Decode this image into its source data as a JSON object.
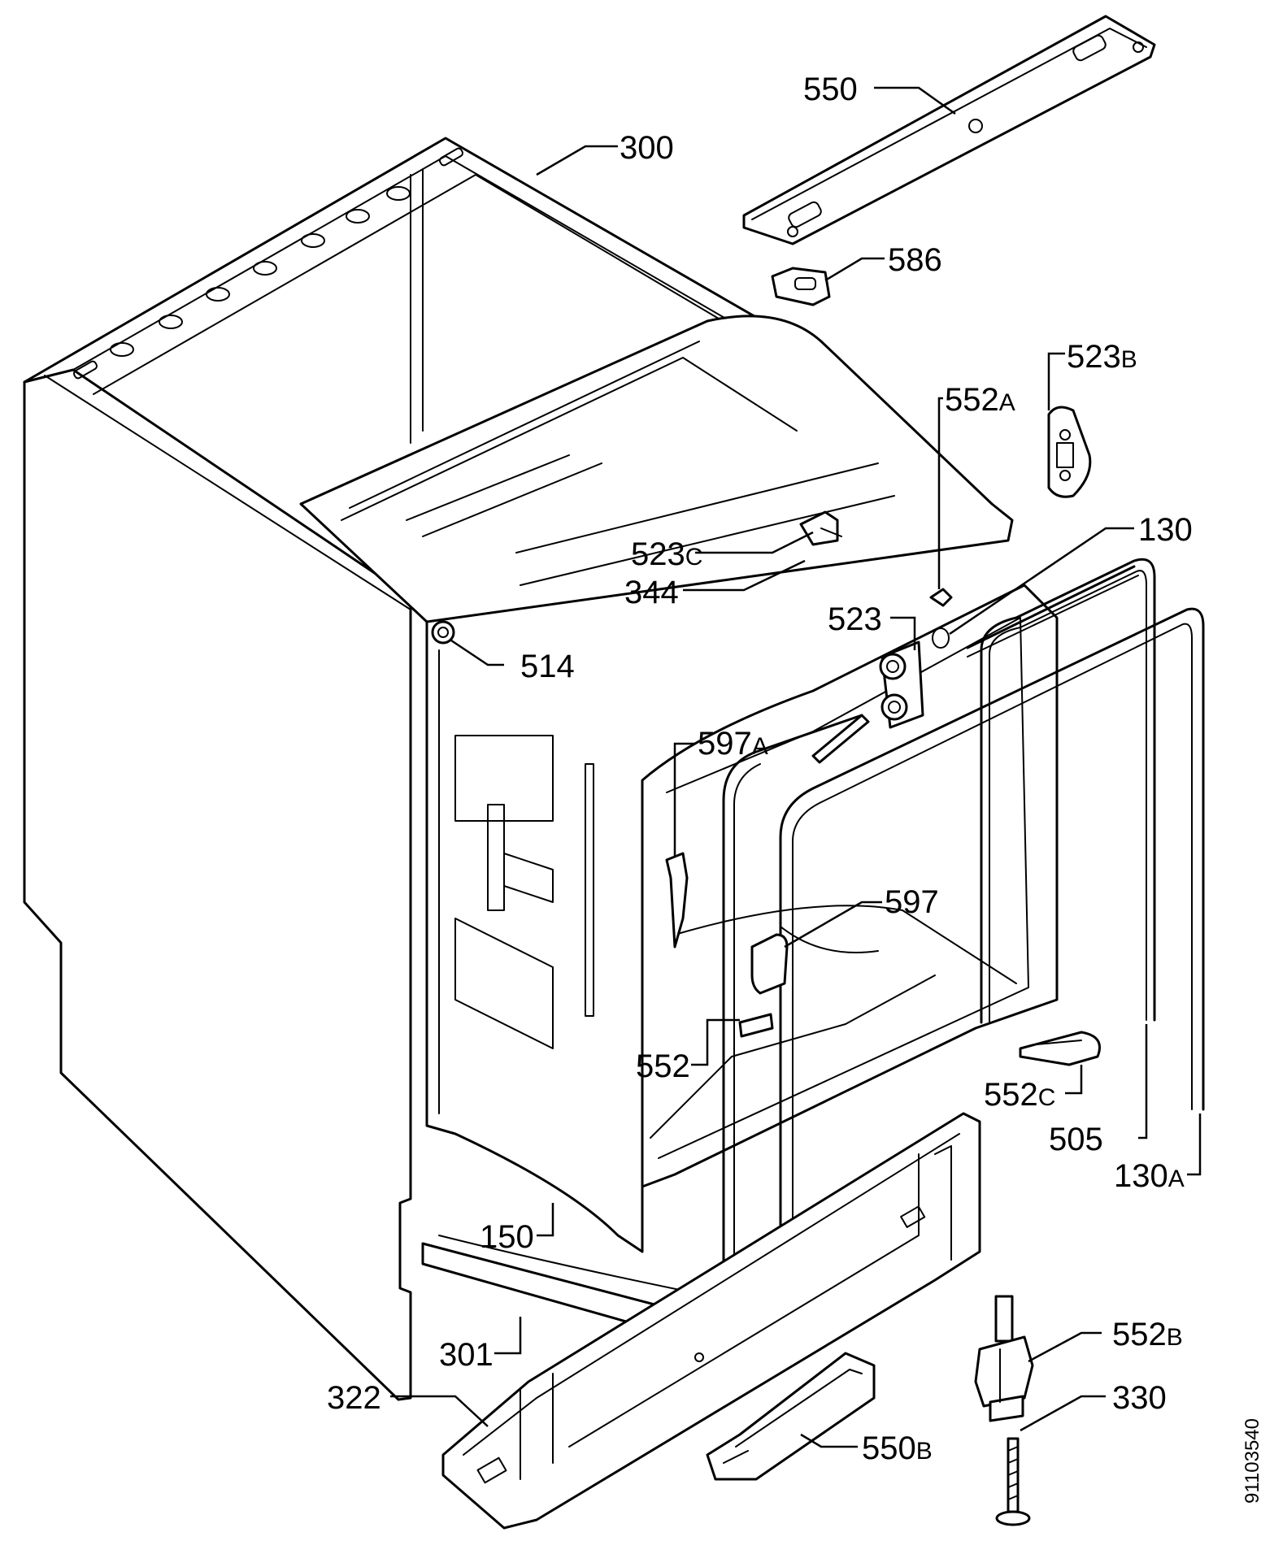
{
  "labels": {
    "p550": {
      "num": "550",
      "suffix": ""
    },
    "p300": {
      "num": "300",
      "suffix": ""
    },
    "p586": {
      "num": "586",
      "suffix": ""
    },
    "p523B": {
      "num": "523",
      "suffix": "B"
    },
    "p552A": {
      "num": "552",
      "suffix": "A"
    },
    "p130": {
      "num": "130",
      "suffix": ""
    },
    "p523C": {
      "num": "523",
      "suffix": "C"
    },
    "p344": {
      "num": "344",
      "suffix": ""
    },
    "p523": {
      "num": "523",
      "suffix": ""
    },
    "p514": {
      "num": "514",
      "suffix": ""
    },
    "p597A": {
      "num": "597",
      "suffix": "A"
    },
    "p597": {
      "num": "597",
      "suffix": ""
    },
    "p552": {
      "num": "552",
      "suffix": ""
    },
    "p552C": {
      "num": "552",
      "suffix": "C"
    },
    "p505": {
      "num": "505",
      "suffix": ""
    },
    "p130A": {
      "num": "130",
      "suffix": "A"
    },
    "p150": {
      "num": "150",
      "suffix": ""
    },
    "p301": {
      "num": "301",
      "suffix": ""
    },
    "p552B": {
      "num": "552",
      "suffix": "B"
    },
    "p322": {
      "num": "322",
      "suffix": ""
    },
    "p330": {
      "num": "330",
      "suffix": ""
    },
    "p550B": {
      "num": "550",
      "suffix": "B"
    }
  },
  "document_number": "91103540"
}
